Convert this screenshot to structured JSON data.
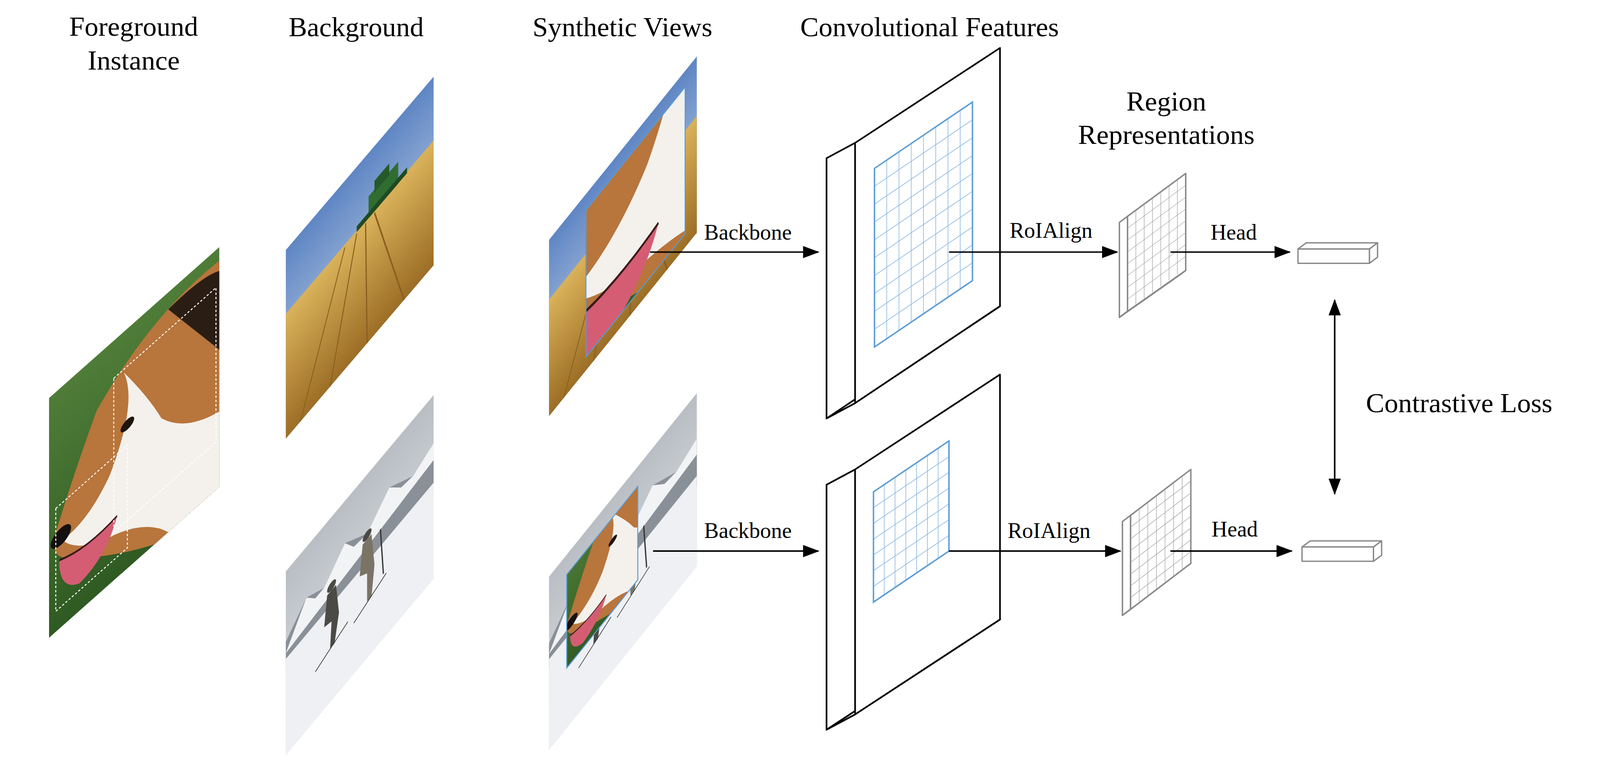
{
  "diagram": {
    "labels": [
      "Foreground Instance",
      "Background",
      "Synthetic Views",
      "Convolutional Features",
      "Region Representations",
      "Backbone",
      "RoIAlign",
      "Head",
      "Contrastive Loss",
      "Backbone",
      "RoIAlign",
      "Head"
    ]
  }
}
